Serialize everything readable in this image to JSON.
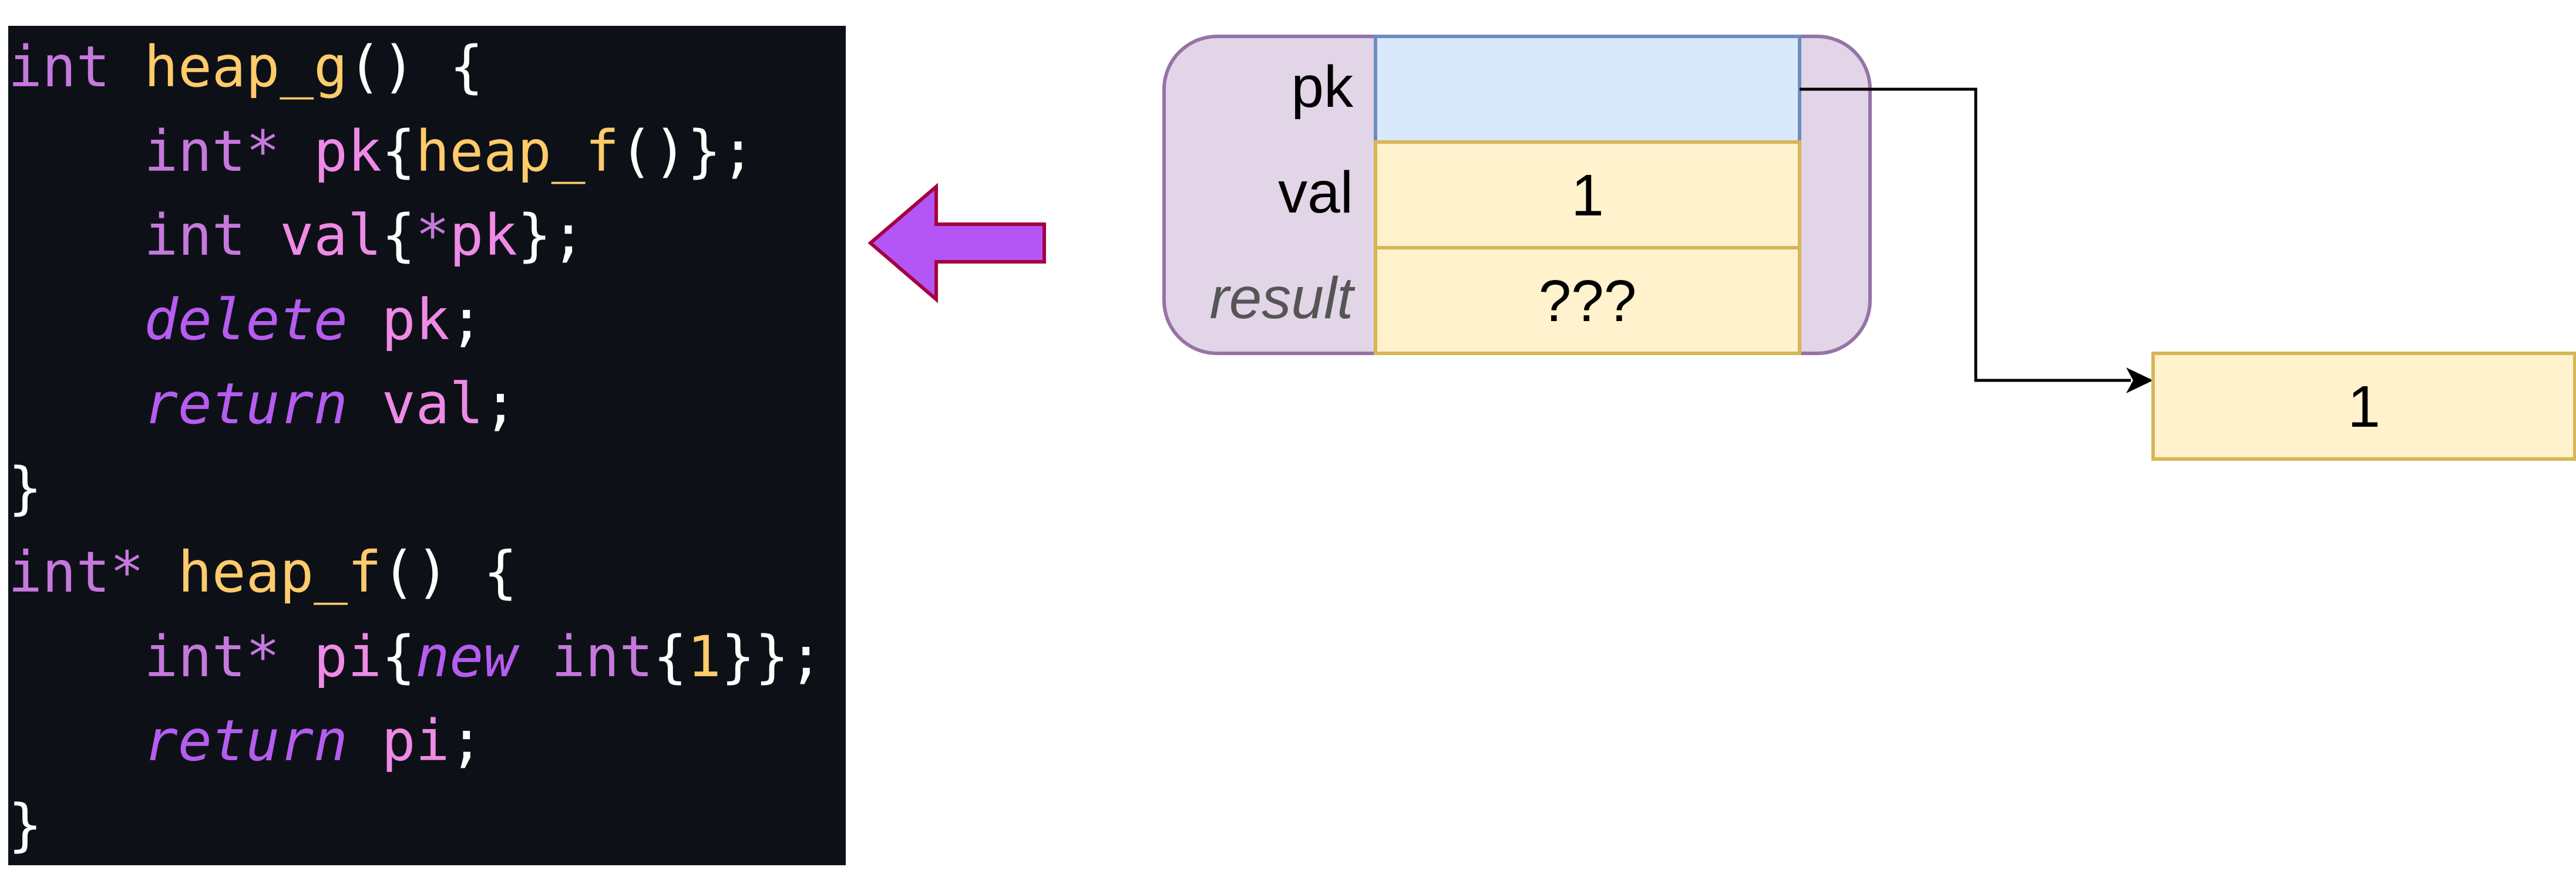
{
  "code": {
    "lines": [
      [
        {
          "t": "int",
          "c": "kw"
        },
        {
          "t": " ",
          "c": "plain"
        },
        {
          "t": "heap_g",
          "c": "fn"
        },
        {
          "t": "() {",
          "c": "punct"
        }
      ],
      [
        {
          "t": "    ",
          "c": "plain"
        },
        {
          "t": "int*",
          "c": "ptr"
        },
        {
          "t": " ",
          "c": "plain"
        },
        {
          "t": "pk",
          "c": "var"
        },
        {
          "t": "{",
          "c": "punct"
        },
        {
          "t": "heap_f",
          "c": "fn"
        },
        {
          "t": "()};",
          "c": "punct"
        }
      ],
      [
        {
          "t": "    ",
          "c": "plain"
        },
        {
          "t": "int",
          "c": "kw"
        },
        {
          "t": " ",
          "c": "plain"
        },
        {
          "t": "val",
          "c": "var"
        },
        {
          "t": "{",
          "c": "punct"
        },
        {
          "t": "*",
          "c": "ptr"
        },
        {
          "t": "pk",
          "c": "var"
        },
        {
          "t": "};",
          "c": "punct"
        }
      ],
      [
        {
          "t": "    ",
          "c": "plain"
        },
        {
          "t": "delete",
          "c": "kw-it"
        },
        {
          "t": " ",
          "c": "plain"
        },
        {
          "t": "pk",
          "c": "var"
        },
        {
          "t": ";",
          "c": "punct"
        }
      ],
      [
        {
          "t": "    ",
          "c": "plain"
        },
        {
          "t": "return",
          "c": "kw-it"
        },
        {
          "t": " ",
          "c": "plain"
        },
        {
          "t": "val",
          "c": "var"
        },
        {
          "t": ";",
          "c": "punct"
        }
      ],
      [
        {
          "t": "}",
          "c": "punct"
        }
      ],
      [
        {
          "t": "int*",
          "c": "kw"
        },
        {
          "t": " ",
          "c": "plain"
        },
        {
          "t": "heap_f",
          "c": "fn"
        },
        {
          "t": "() {",
          "c": "punct"
        }
      ],
      [
        {
          "t": "    ",
          "c": "plain"
        },
        {
          "t": "int*",
          "c": "ptr"
        },
        {
          "t": " ",
          "c": "plain"
        },
        {
          "t": "pi",
          "c": "var"
        },
        {
          "t": "{",
          "c": "punct"
        },
        {
          "t": "new",
          "c": "kw-it"
        },
        {
          "t": " ",
          "c": "plain"
        },
        {
          "t": "int",
          "c": "kw"
        },
        {
          "t": "{",
          "c": "punct"
        },
        {
          "t": "1",
          "c": "num"
        },
        {
          "t": "}};",
          "c": "punct"
        }
      ],
      [
        {
          "t": "    ",
          "c": "plain"
        },
        {
          "t": "return",
          "c": "kw-it"
        },
        {
          "t": " ",
          "c": "plain"
        },
        {
          "t": "pi",
          "c": "var"
        },
        {
          "t": ";",
          "c": "punct"
        }
      ],
      [
        {
          "t": "}",
          "c": "punct"
        }
      ]
    ]
  },
  "frame": {
    "rows": [
      {
        "label": "pk",
        "value": "",
        "italic": false,
        "kind": "pointer"
      },
      {
        "label": "val",
        "value": "1",
        "italic": false,
        "kind": "value"
      },
      {
        "label": "result",
        "value": "???",
        "italic": true,
        "kind": "value"
      }
    ]
  },
  "heap": {
    "value": "1"
  },
  "colors": {
    "code_bg": "#0d1117",
    "frame_fill": "#e1d5e7",
    "frame_stroke": "#9673a6",
    "pointer_cell_fill": "#dae8fc",
    "pointer_cell_stroke": "#6c8ebf",
    "value_cell_fill": "#fff2cc",
    "value_cell_stroke": "#d6b656",
    "arrow_fill": "#b455f5",
    "arrow_stroke": "#a50040",
    "connector": "#000000"
  }
}
